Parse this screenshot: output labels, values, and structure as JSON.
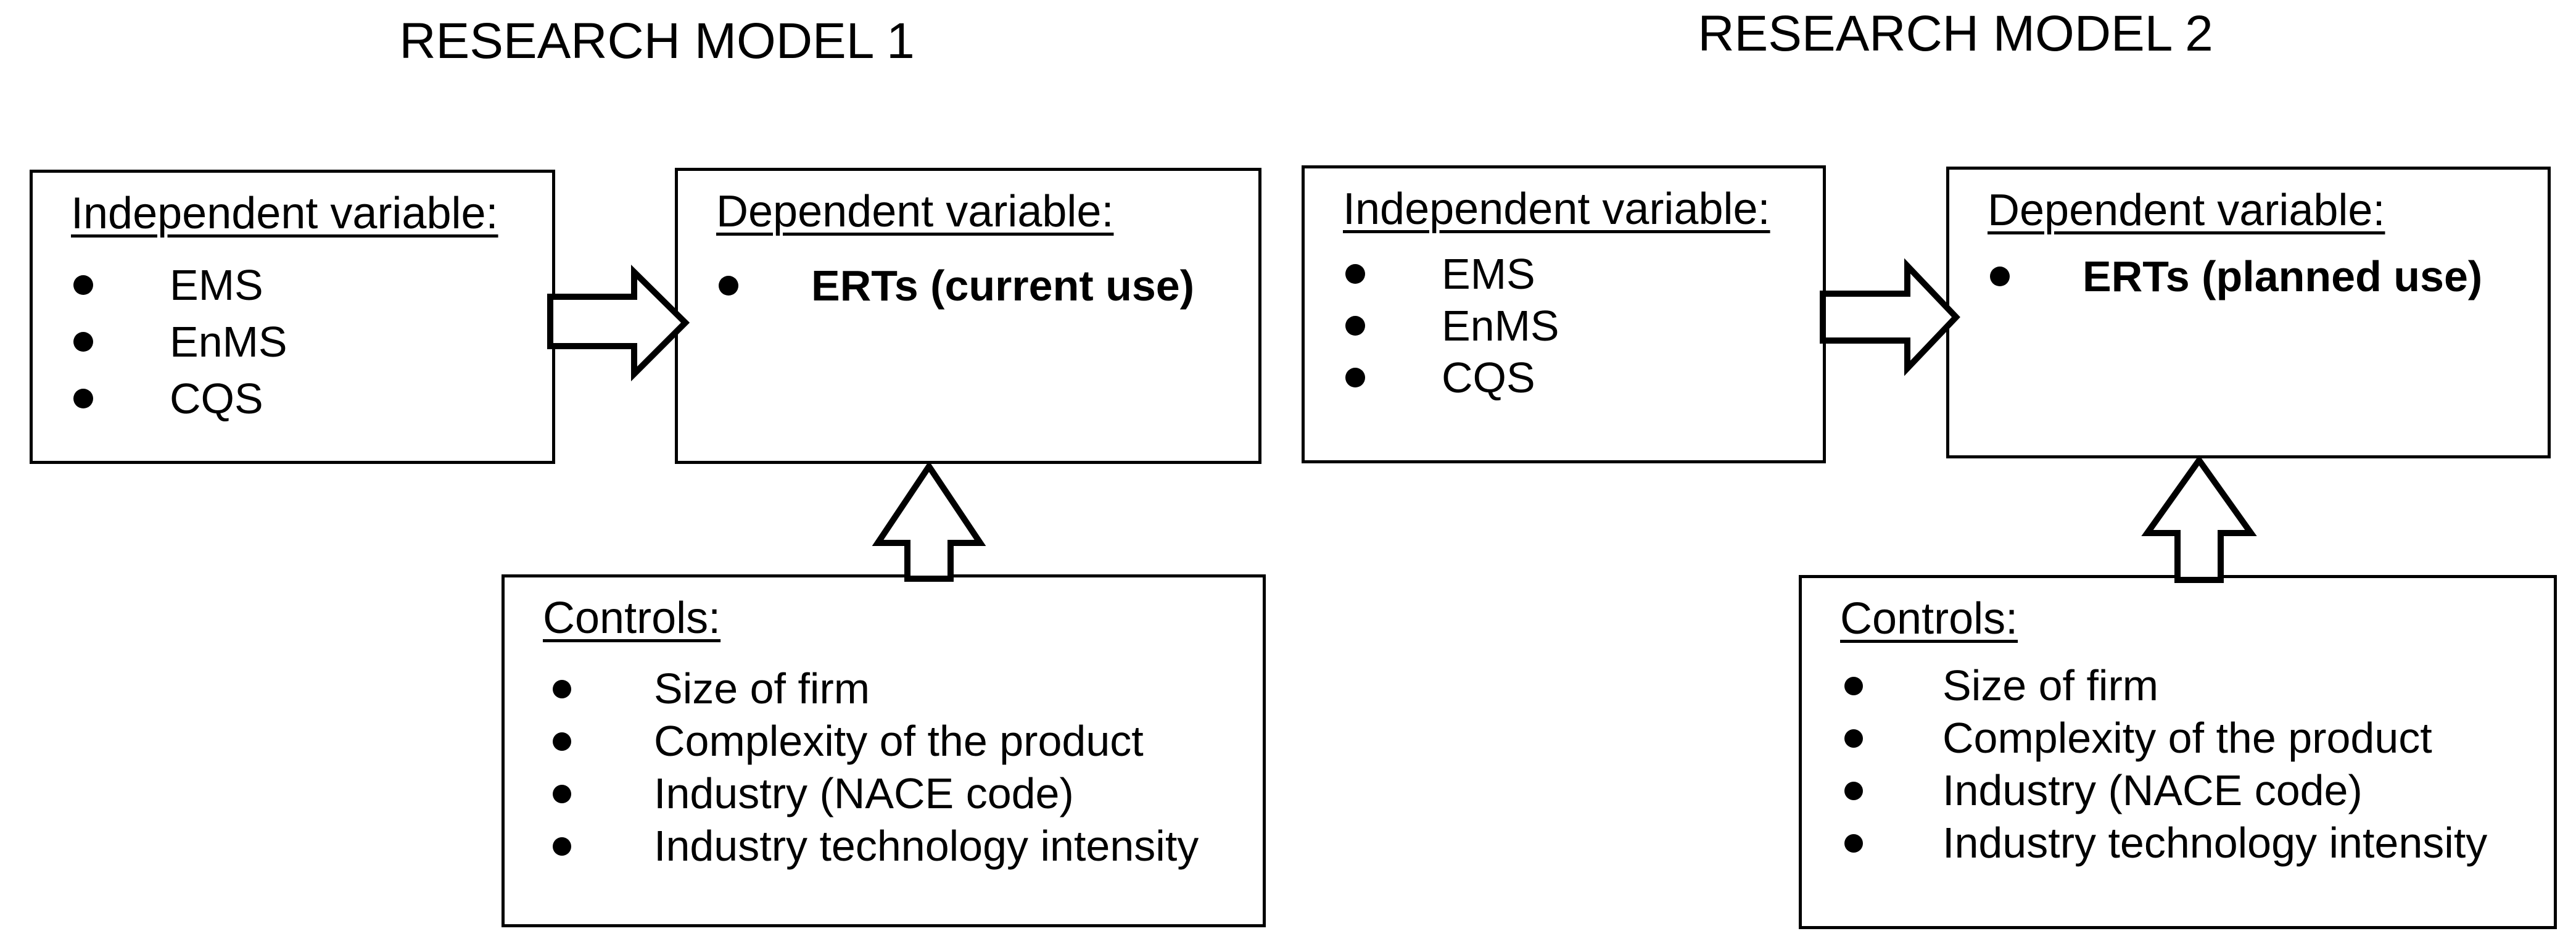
{
  "page": {
    "background_color": "#ffffff",
    "text_color": "#000000",
    "line_color": "#000000"
  },
  "models": [
    {
      "title": "RESEARCH MODEL 1",
      "independent": {
        "heading": "Independent variable:",
        "items": [
          "EMS",
          "EnMS",
          "CQS"
        ]
      },
      "dependent": {
        "heading": "Dependent variable:",
        "items": [
          "ERTs (current use)"
        ]
      },
      "controls": {
        "heading": "Controls:",
        "items": [
          "Size of firm",
          "Complexity of the product",
          "Industry (NACE code)",
          "Industry technology intensity"
        ]
      }
    },
    {
      "title": "RESEARCH MODEL 2",
      "independent": {
        "heading": "Independent variable:",
        "items": [
          "EMS",
          "EnMS",
          "CQS"
        ]
      },
      "dependent": {
        "heading": "Dependent variable:",
        "items": [
          "ERTs (planned use)"
        ]
      },
      "controls": {
        "heading": "Controls:",
        "items": [
          "Size of firm",
          "Complexity of the product",
          "Industry (NACE code)",
          "Industry technology intensity"
        ]
      }
    }
  ]
}
